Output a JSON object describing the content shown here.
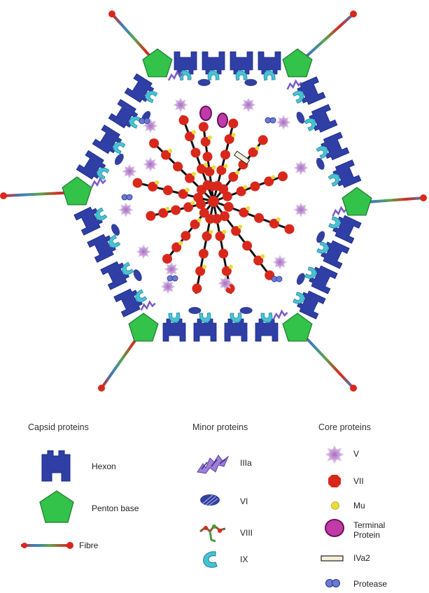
{
  "legend": {
    "capsid": {
      "heading": "Capsid proteins",
      "items": [
        {
          "label": "Hexon",
          "icon": "hexon-icon"
        },
        {
          "label": "Penton base",
          "icon": "penton-base-icon"
        },
        {
          "label": "Fibre",
          "icon": "fibre-icon"
        }
      ]
    },
    "minor": {
      "heading": "Minor proteins",
      "items": [
        {
          "label": "IIIa",
          "icon": "protein-iiia-icon"
        },
        {
          "label": "VI",
          "icon": "protein-vi-icon"
        },
        {
          "label": "VIII",
          "icon": "protein-viii-icon"
        },
        {
          "label": "IX",
          "icon": "protein-ix-icon"
        }
      ]
    },
    "core": {
      "heading": "Core proteins",
      "items": [
        {
          "label": "V",
          "icon": "protein-v-icon"
        },
        {
          "label": "VII",
          "icon": "protein-vii-icon"
        },
        {
          "label": "Mu",
          "icon": "mu-icon"
        },
        {
          "label": "Terminal\nProtein",
          "icon": "terminal-protein-icon"
        },
        {
          "label": "IVa2",
          "icon": "iva2-icon"
        },
        {
          "label": "Protease",
          "icon": "protease-icon"
        }
      ]
    }
  },
  "colors": {
    "hexon": "#2f3fa6",
    "penton": "#33c24a",
    "protein_vii": "#d8281c",
    "mu": "#e8dc38",
    "terminal_protein": "#c03aa8",
    "protein_v": "#c9a2d6",
    "protein_ix": "#46c3d6",
    "protein_vi": "#3340a0"
  }
}
